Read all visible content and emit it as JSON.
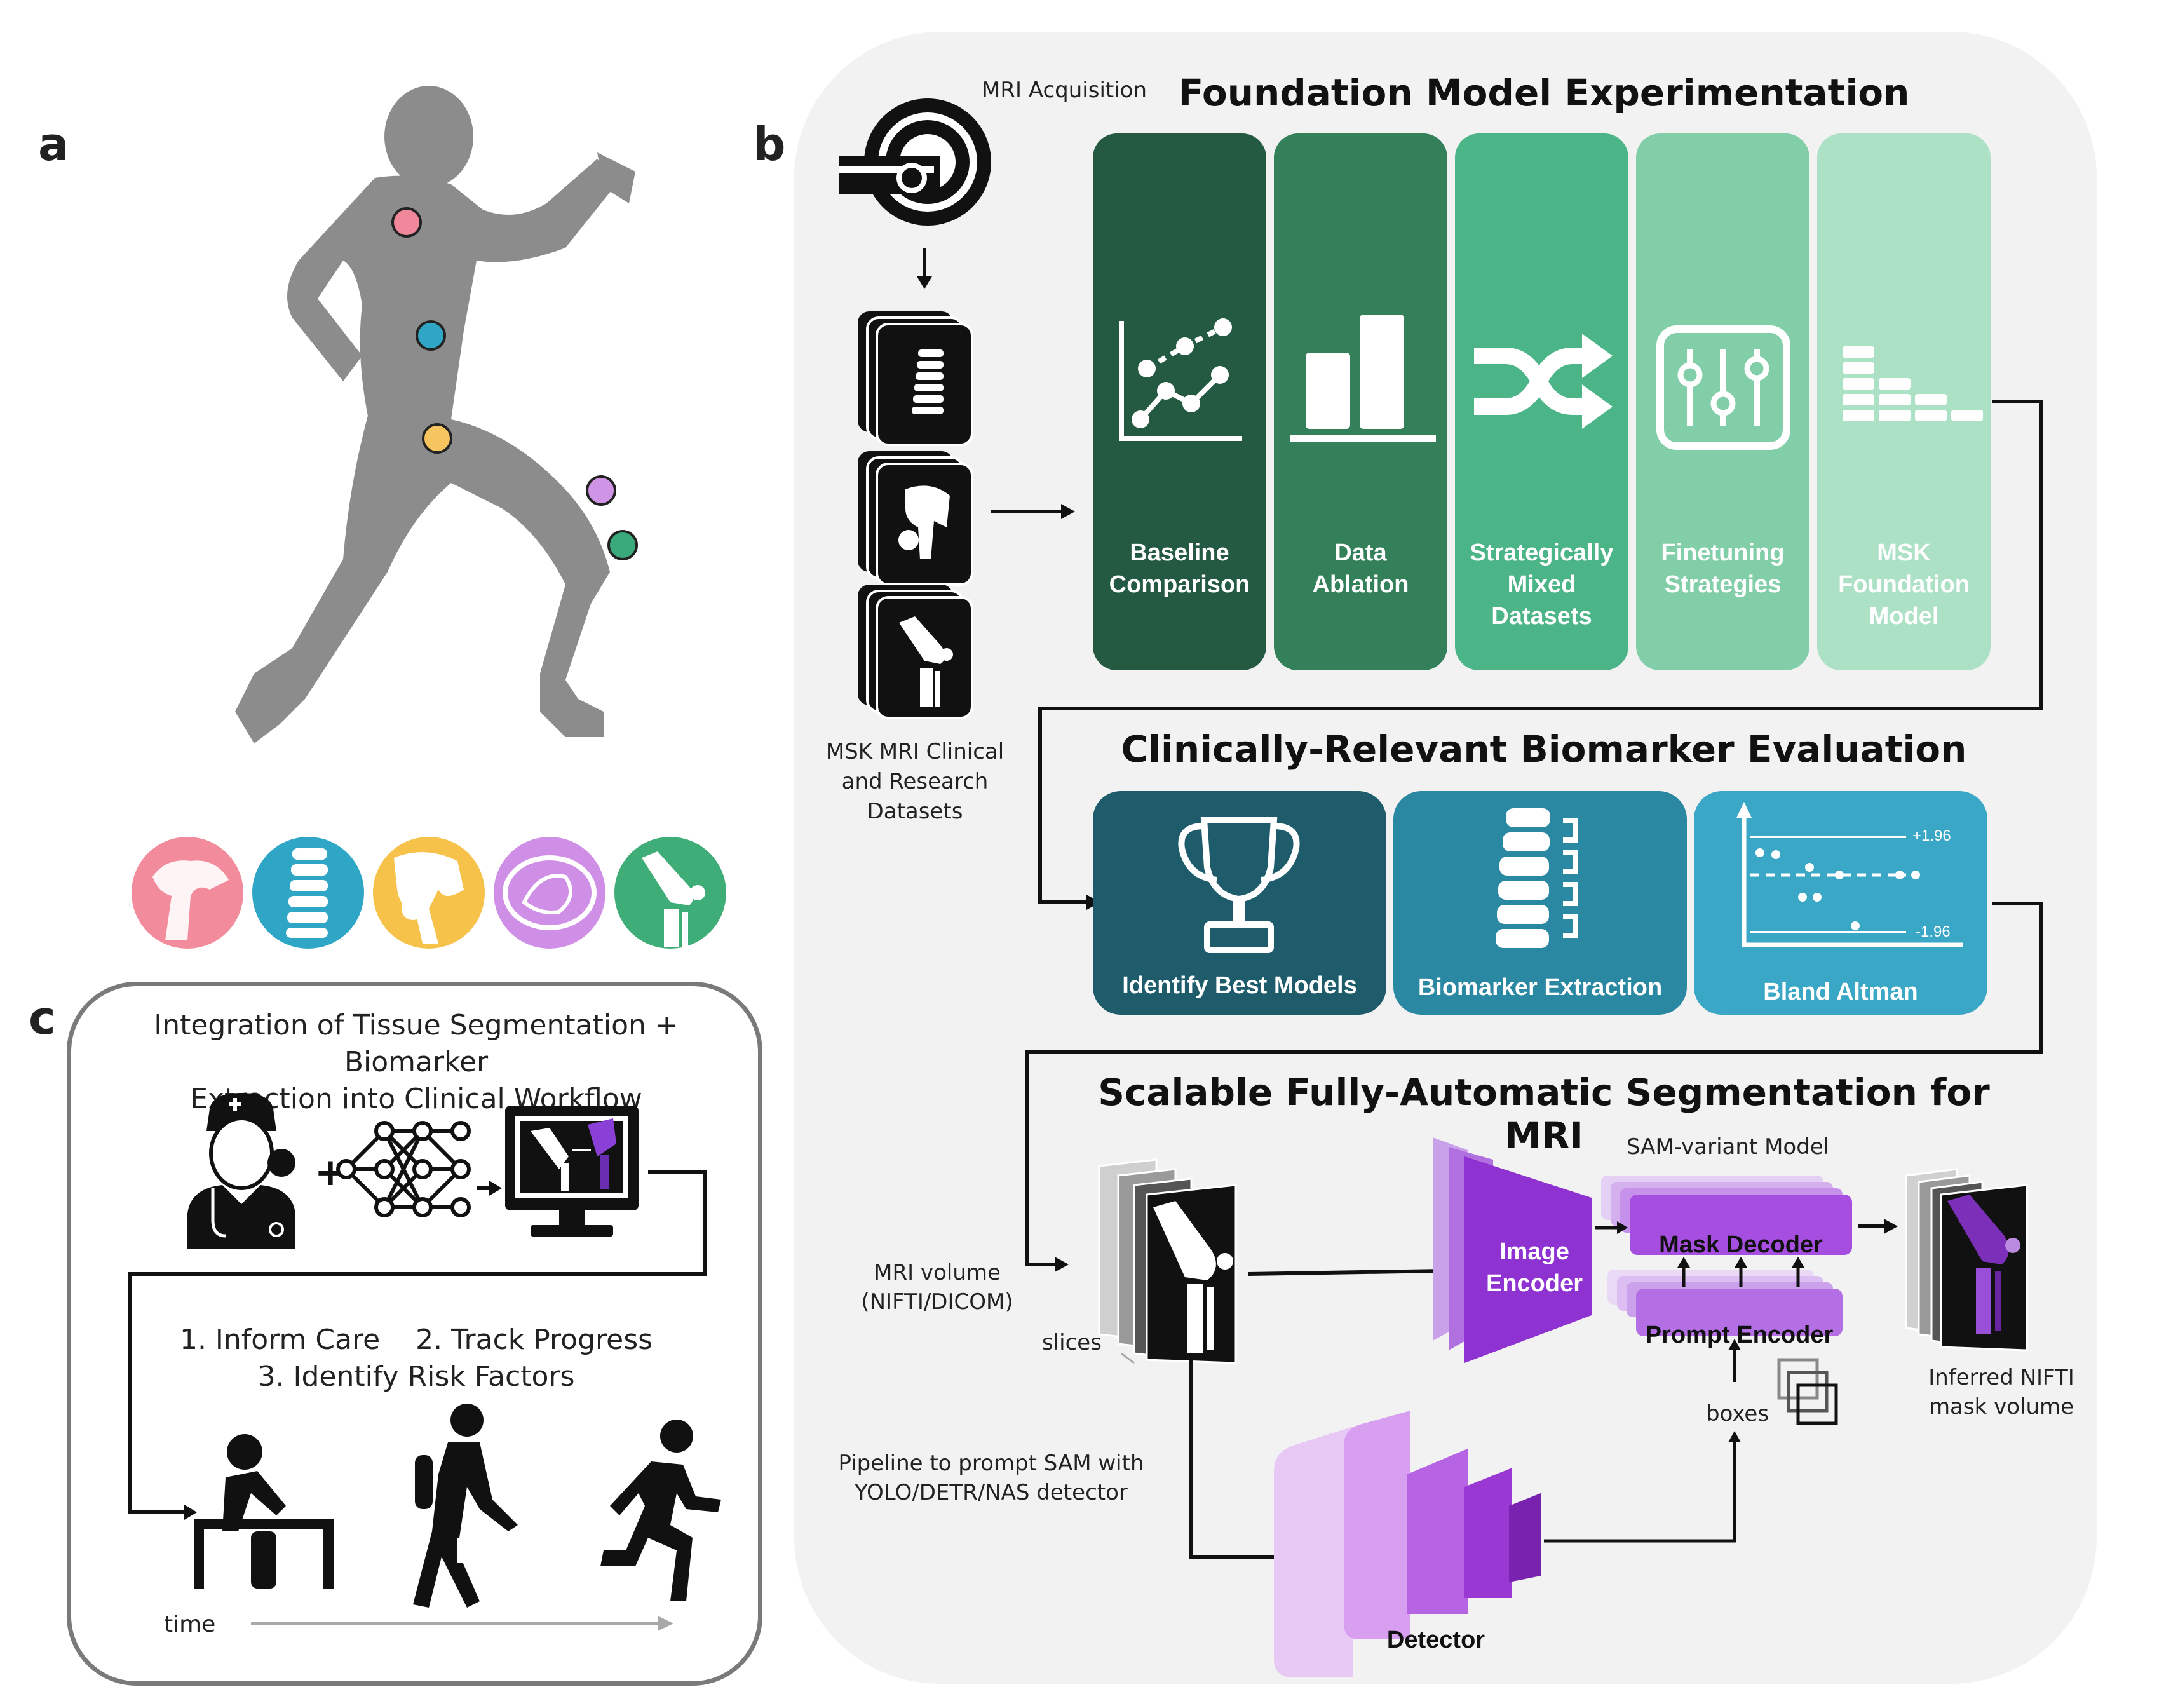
{
  "panel_letters": {
    "a": "a",
    "b": "b",
    "c": "c"
  },
  "panel_b": {
    "mri_acquisition": "MRI Acquisition",
    "datasets_caption": [
      "MSK MRI Clinical",
      "and Research",
      "Datasets"
    ],
    "section1_title": "Foundation Model Experimentation",
    "cards1": [
      {
        "lines": [
          "Baseline",
          "Comparison"
        ],
        "icon": "scatter-plot-icon",
        "color": "#245a42"
      },
      {
        "lines": [
          "Data",
          "Ablation"
        ],
        "icon": "bar-chart-icon",
        "color": "#33805a"
      },
      {
        "lines": [
          "Strategically",
          "Mixed",
          "Datasets"
        ],
        "icon": "shuffle-icon",
        "color": "#4cb587"
      },
      {
        "lines": [
          "Finetuning",
          "Strategies"
        ],
        "icon": "sliders-icon",
        "color": "#82cea9"
      },
      {
        "lines": [
          "MSK",
          "Foundation",
          "Model"
        ],
        "icon": "stacked-bars-icon",
        "color": "#ade1c6"
      }
    ],
    "section2_title": "Clinically-Relevant Biomarker Evaluation",
    "cards2": [
      {
        "label": "Identify Best Models",
        "icon": "trophy-icon",
        "color": "#1e5c6c"
      },
      {
        "label": "Biomarker Extraction",
        "icon": "spine-icon",
        "color": "#2b88a2"
      },
      {
        "label": "Bland Altman",
        "icon": "bland-altman-plot-icon",
        "color": "#3aa7c6",
        "upper": "+1.96",
        "lower": "-1.96"
      }
    ],
    "section3_title": "Scalable Fully-Automatic Segmentation for MRI",
    "mri_volume": [
      "MRI volume",
      "(NIFTI/DICOM)"
    ],
    "slices": "slices",
    "image_encoder": [
      "Image",
      "Encoder"
    ],
    "sam_variant": "SAM-variant Model",
    "mask_decoder": "Mask Decoder",
    "prompt_encoder": "Prompt Encoder",
    "boxes": "boxes",
    "inferred": [
      "Inferred NIFTI",
      "mask volume"
    ],
    "pipeline": [
      "Pipeline to prompt SAM with",
      "YOLO/DETR/NAS detector"
    ],
    "detector": "Detector"
  },
  "panel_c": {
    "title": [
      "Integration of Tissue Segmentation + Biomarker",
      "Extraction into Clinical Workflow"
    ],
    "steps": [
      "1. Inform Care    2. Track Progress",
      "3. Identify Risk Factors"
    ],
    "time": "time"
  },
  "panel_a": {
    "joint_markers": [
      {
        "name": "shoulder",
        "color": "#f0879a"
      },
      {
        "name": "spine",
        "color": "#2fa6c6"
      },
      {
        "name": "hip",
        "color": "#f6c560"
      },
      {
        "name": "knee-upper",
        "color": "#cf94e6"
      },
      {
        "name": "knee-lower",
        "color": "#3aaa7a"
      }
    ],
    "anatomy_icons": [
      {
        "icon": "shoulder-icon",
        "color": "#f28b9b"
      },
      {
        "icon": "spine-icon",
        "color": "#2fa6c6"
      },
      {
        "icon": "hip-icon",
        "color": "#f6c24a"
      },
      {
        "icon": "abdomen-slice-icon",
        "color": "#cf8fe6"
      },
      {
        "icon": "knee-icon",
        "color": "#3fad77"
      }
    ]
  }
}
